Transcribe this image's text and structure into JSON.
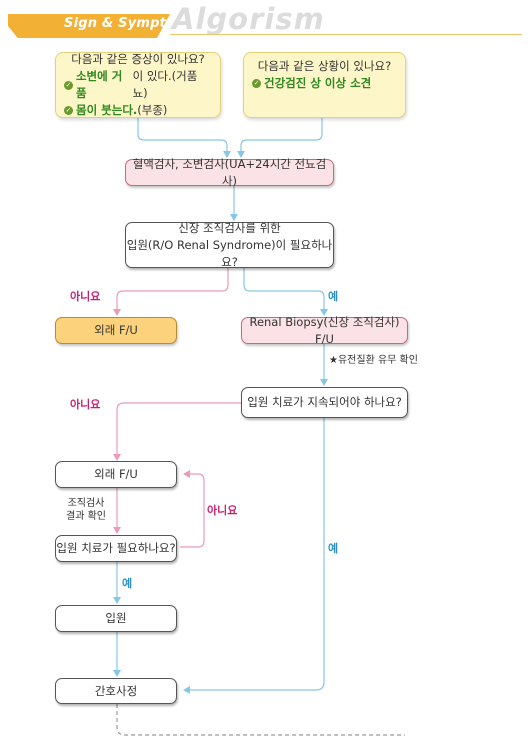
{
  "header": {
    "tag": "Sign & Symptom",
    "title": "Algorism"
  },
  "box_symptom": {
    "question": "다음과 같은 증상이 있나요?",
    "items": [
      {
        "highlight": "소변에 거품",
        "rest": "이 있다.(거품뇨)"
      },
      {
        "highlight": "몸이 붓는다.",
        "rest": "(부종)"
      }
    ]
  },
  "box_situation": {
    "question": "다음과 같은 상황이 있나요?",
    "items": [
      {
        "highlight": "건강검진 상 이상 소견",
        "rest": ""
      }
    ]
  },
  "nodes": {
    "blood_test": "혈액검사, 소변검사(UA+24시간 전뇨검사)",
    "biopsy_q_line1": "신장 조직검사를 위한",
    "biopsy_q_line2": "입원(R/O Renal Syndrome)이 필요하나요?",
    "outpatient_1": "외래 F/U",
    "renal_biopsy": "Renal Biopsy(신장 조직검사) F/U",
    "continue_q": "입원 치료가 지속되어야 하나요?",
    "outpatient_2": "외래 F/U",
    "admission_q": "입원 치료가 필요하나요?",
    "admission": "입원",
    "nursing": "간호사정"
  },
  "edge_labels": {
    "no_1": "아니요",
    "yes_1": "예",
    "no_2": "아니요",
    "yes_2": "예",
    "no_3": "아니요",
    "yes_3": "예"
  },
  "notes": {
    "hereditary": "★유전질환 유무 확인",
    "biopsy_result_line1": "조직검사",
    "biopsy_result_line2": "결과 확인"
  },
  "colors": {
    "accent_orange": "#f2b134",
    "connector_blue": "#86c6e6",
    "connector_pink": "#ec9ab8",
    "no_label": "#c8206e",
    "yes_label": "#2c8fc9"
  }
}
